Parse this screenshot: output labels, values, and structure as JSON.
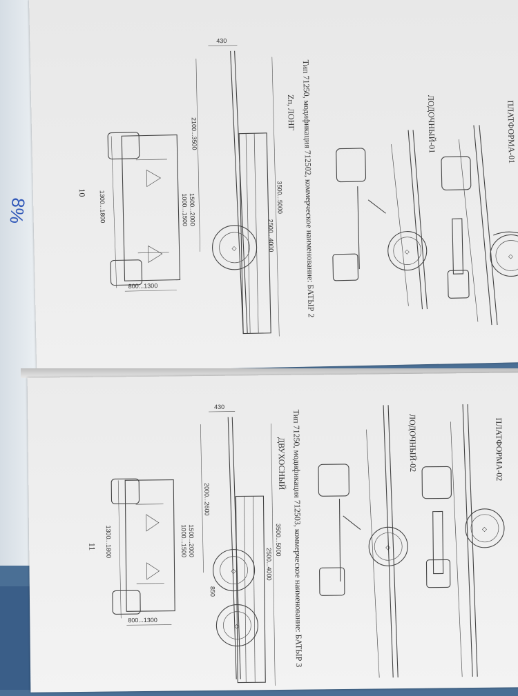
{
  "page_left": {
    "captions": {
      "top": "ПЛАТФОРМА-01",
      "middle": "ЛОДОЧНЫЙ-01",
      "type_line": "Тип 71250, модификация 712502, коммерческое наименование: БАТЫР 2",
      "subtitle": "Zп, ЛОНГ"
    },
    "dimensions": {
      "d430": "430",
      "d2100_3500": "2100...3500",
      "d3500_5000": "3500...5000",
      "d2500_4000": "2500...4000",
      "d1500_2000": "1500...2000",
      "d1000_1500": "1000...1500",
      "d1300_1800": "1300...1800",
      "d800_1300": "800...1300"
    },
    "page_number": "10"
  },
  "page_right": {
    "captions": {
      "top": "ПЛАТФОРМА-02",
      "middle": "ЛОДОЧНЫЙ-02",
      "type_line": "Тип 71250, модификация 712503, коммерческое наименование: БАТЫР 3",
      "subtitle": "ДВУХОСНЫЙ"
    },
    "dimensions": {
      "d430": "430",
      "d2000_2600": "2000...2600",
      "d3500_5000": "3500...5000",
      "d2500_4000": "2500...4000",
      "d1500_2000": "1500...2000",
      "d1000_1500": "1000...1500",
      "d1300_1800": "1300...1800",
      "d800_1300": "800...1300",
      "d850": "850"
    },
    "page_number": "11"
  },
  "background_scraps": {
    "blue_ink": "8%"
  }
}
